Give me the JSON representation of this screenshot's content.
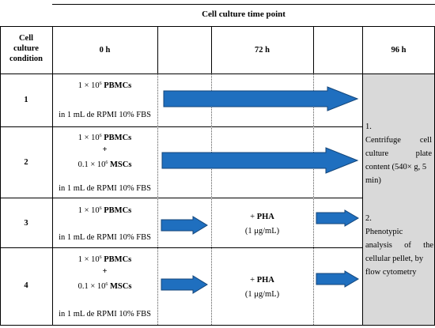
{
  "table": {
    "top_header": "Cell culture time point",
    "col_condition": "Cell culture condition",
    "col_condition_lines": [
      "Cell",
      "culture",
      "condition"
    ],
    "col_0h": "0 h",
    "col_72h": "72 h",
    "col_96h": "96 h",
    "rows": [
      {
        "label": "1",
        "line1_prefix": "1 × 10",
        "line1_exp": "6",
        "line1_bold": "PBMCs",
        "medium": "in 1 mL de RPMI 10% FBS"
      },
      {
        "label": "2",
        "line1_prefix": "1 × 10",
        "line1_exp": "6",
        "line1_bold": "PBMCs",
        "plus": "+",
        "line2_prefix": "0.1 × 10",
        "line2_exp": "6",
        "line2_bold": "MSCs",
        "medium": "in 1 mL de RPMI 10% FBS"
      },
      {
        "label": "3",
        "line1_prefix": "1 × 10",
        "line1_exp": "6",
        "line1_bold": "PBMCs",
        "medium": "in 1 mL de RPMI 10% FBS",
        "treatment_prefix": "+ ",
        "treatment_bold": "PHA",
        "treatment_dose": "(1 μg/mL)"
      },
      {
        "label": "4",
        "line1_prefix": "1 × 10",
        "line1_exp": "6",
        "line1_bold": "PBMCs",
        "plus": "+",
        "line2_prefix": "0.1 × 10",
        "line2_exp": "6",
        "line2_bold": "MSCs",
        "medium": "in 1 mL de RPMI 10% FBS",
        "treatment_prefix": "+ ",
        "treatment_bold": "PHA",
        "treatment_dose": "(1 μg/mL)"
      }
    ],
    "step1_lines": [
      "1.",
      "Centrifuge cell",
      "culture plate",
      "content (540× g, 5",
      "min)"
    ],
    "step2_lines": [
      "2.",
      "Phenotypic",
      "analysis of the",
      "cellular pellet, by",
      "flow cytometry"
    ],
    "colors": {
      "arrow_fill": "#1f6fbf",
      "arrow_stroke": "#14467a",
      "shade": "#d9d9d9"
    }
  }
}
